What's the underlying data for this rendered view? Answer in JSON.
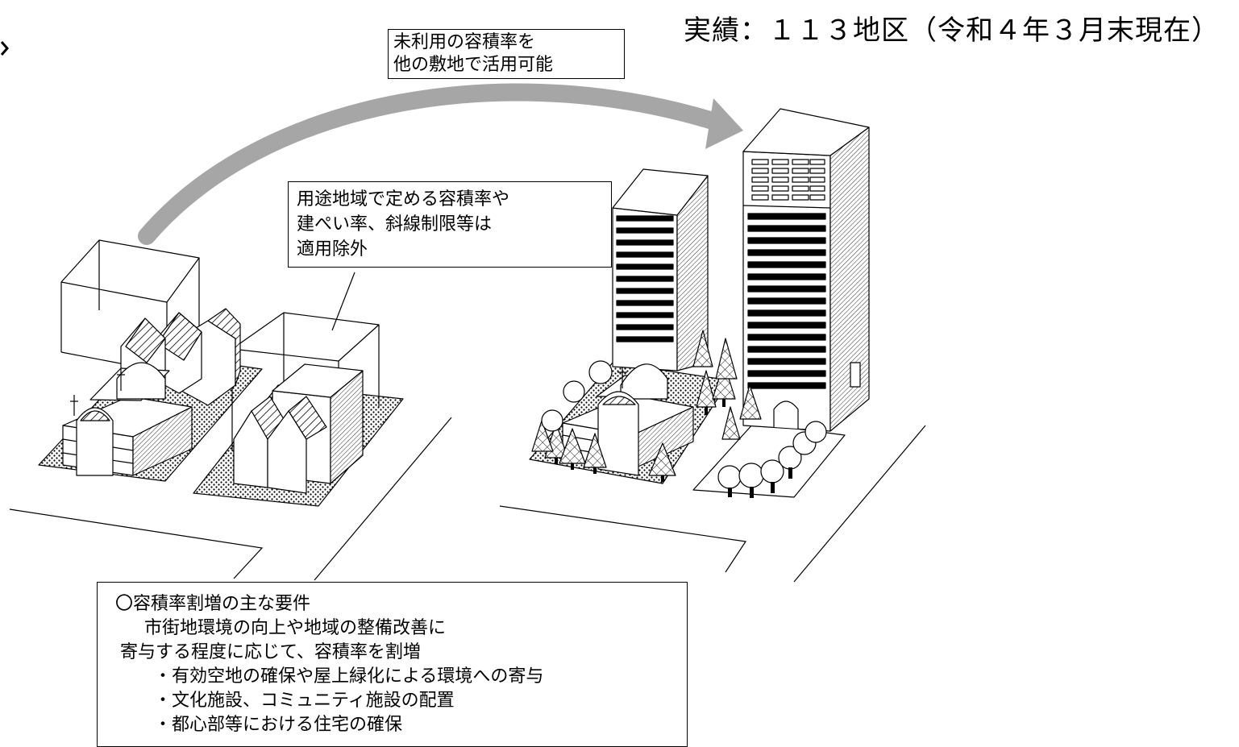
{
  "header": {
    "results": "実績：１１３地区（令和４年３月末現在）"
  },
  "callouts": {
    "transfer": [
      "未利用の容積率を",
      "他の敷地で活用可能"
    ],
    "zoning": [
      "用途地域で定める容積率や",
      "建ぺい率、斜線制限等は",
      "適用除外"
    ]
  },
  "requirements": {
    "heading": "〇容積率割増の主な要件",
    "intro": [
      "市街地環境の向上や地域の整備改善に",
      "寄与する程度に応じて、容積率を割増"
    ],
    "items": [
      "・有効空地の確保や屋上緑化による環境への寄与",
      "・文化施設、コミュニティ施設の配置",
      "・都心部等における住宅の確保"
    ]
  },
  "colors": {
    "arrow": "#a6a6a6",
    "line": "#000000",
    "background": "#ffffff"
  }
}
